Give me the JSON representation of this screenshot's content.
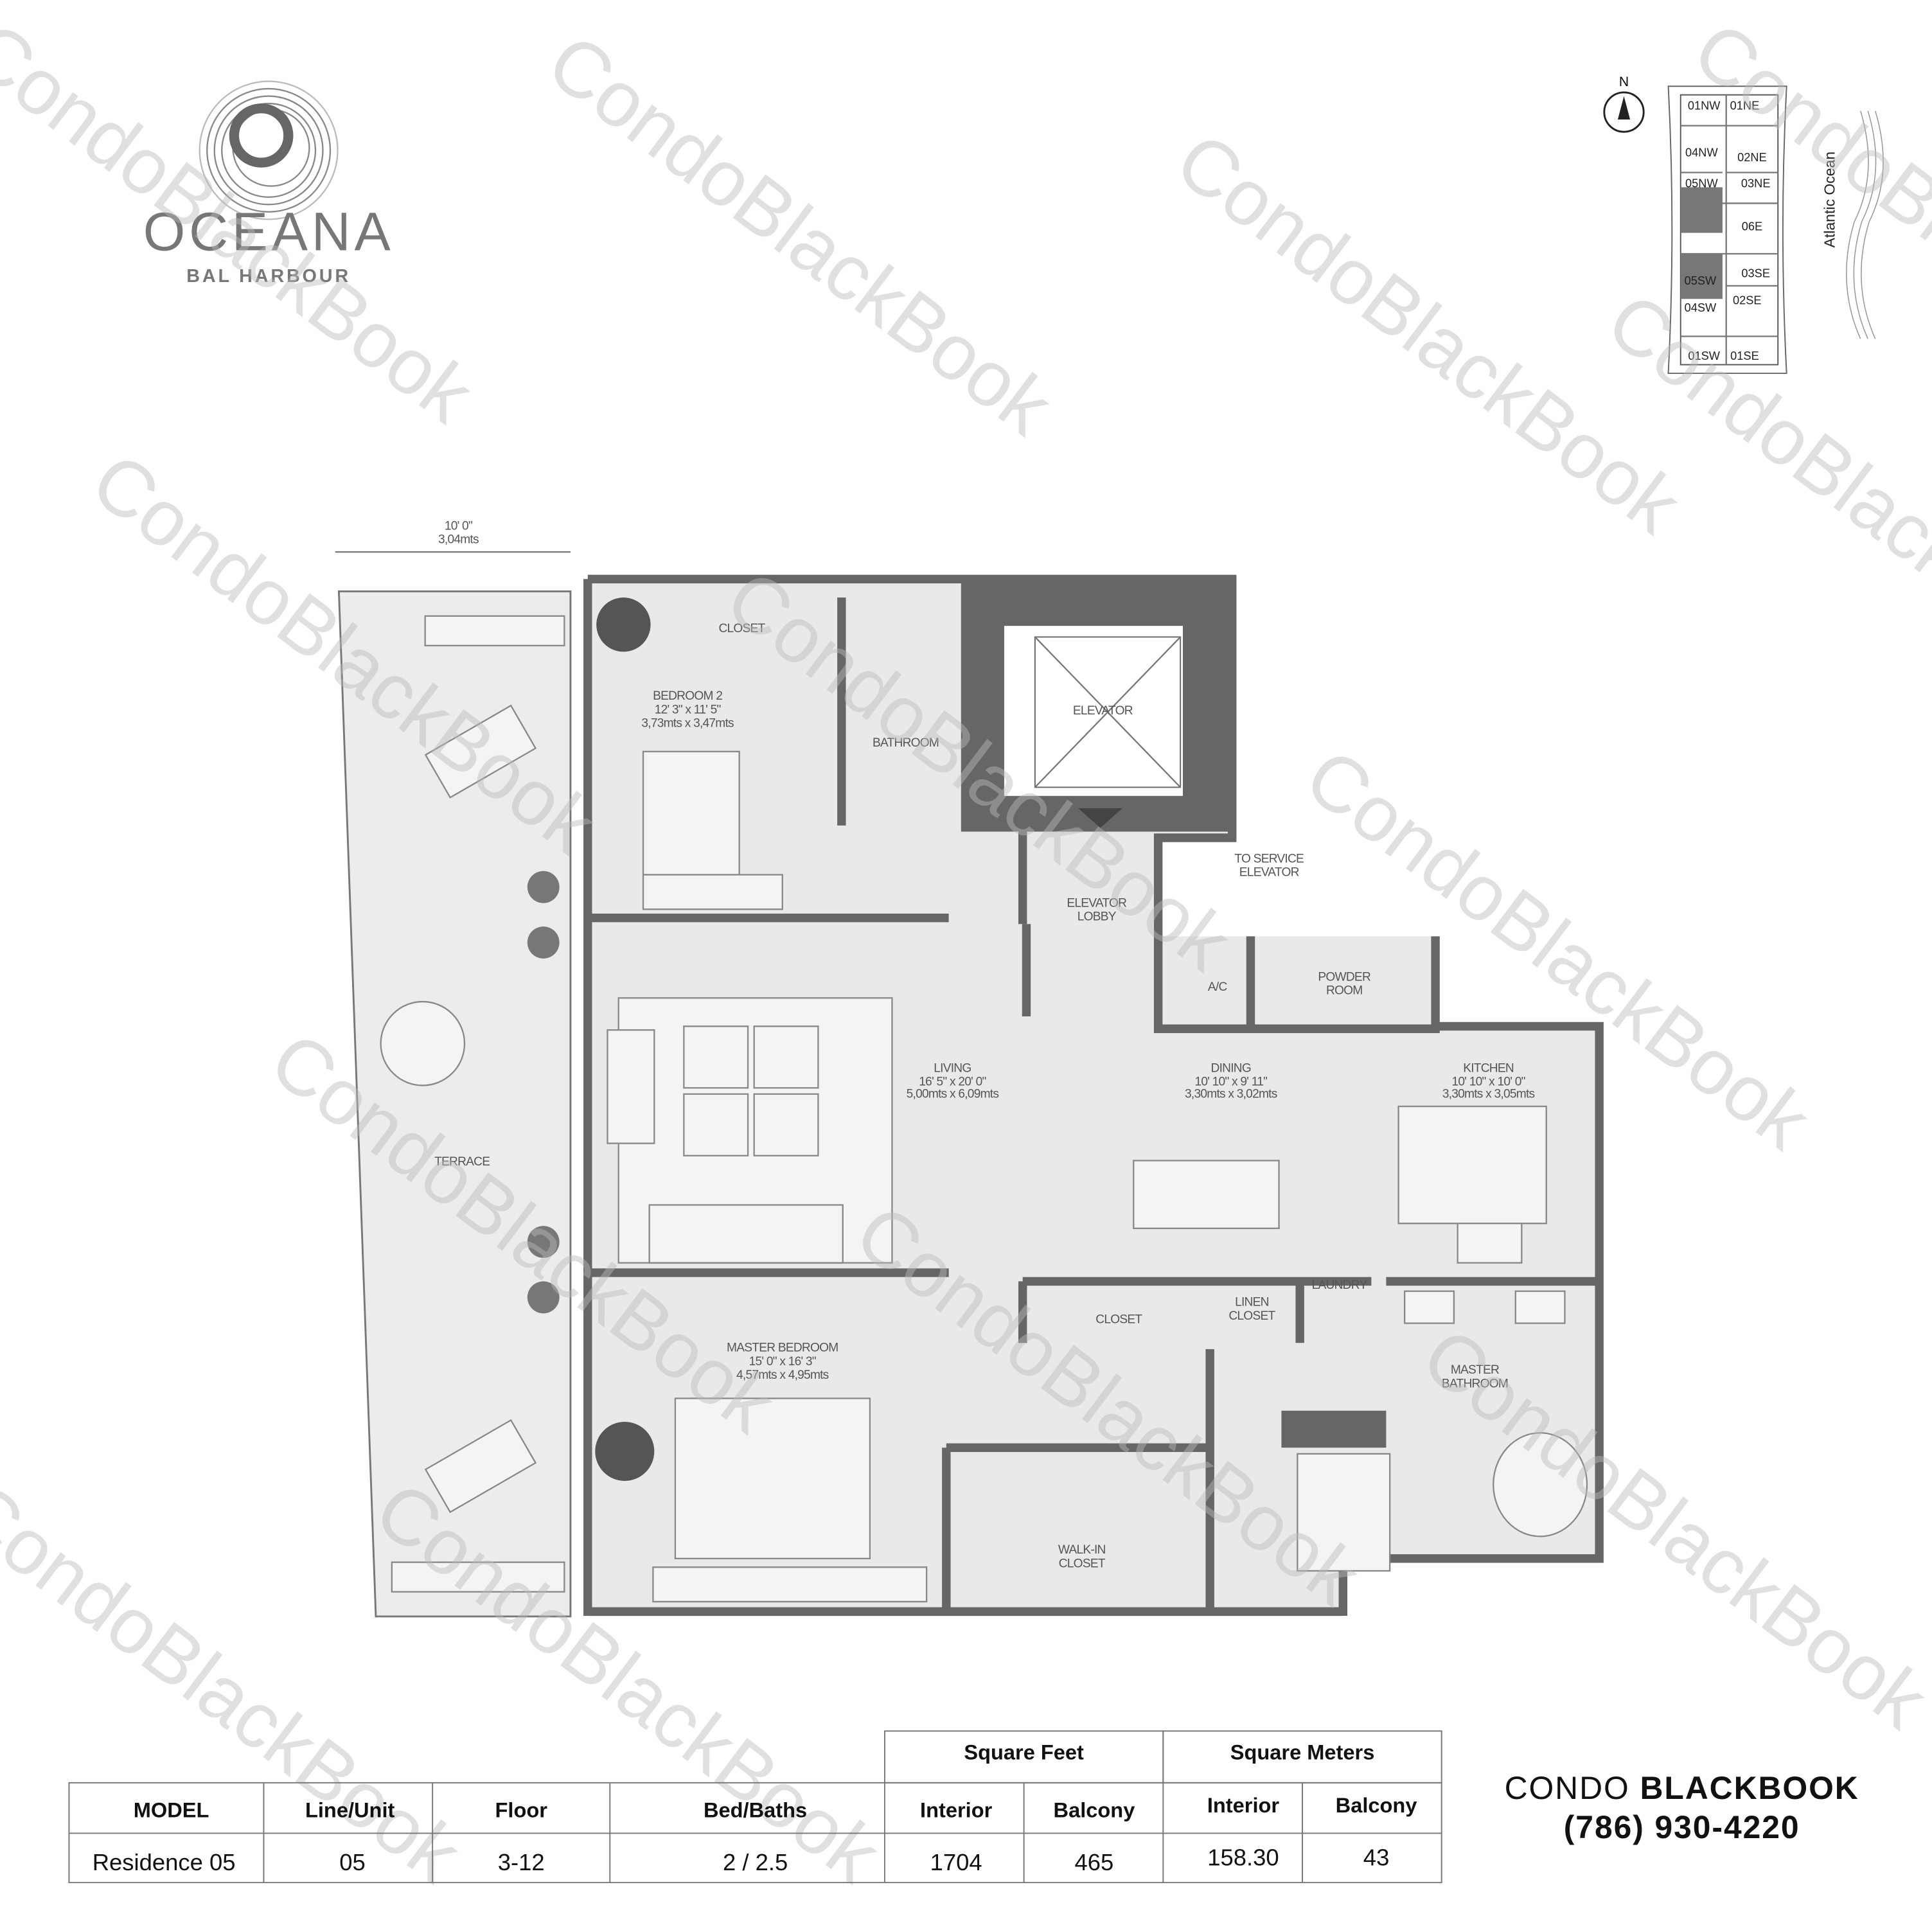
{
  "brand": {
    "name": "OCEANA",
    "subtitle": "BAL HARBOUR"
  },
  "keyplan": {
    "north": "N",
    "ocean_label": "Atlantic Ocean",
    "units": [
      "01NW",
      "01NE",
      "04NW",
      "02NE",
      "05NW",
      "03NE",
      "06E",
      "03SE",
      "05SW",
      "02SE",
      "04SW",
      "01SW",
      "01SE"
    ],
    "highlighted": [
      "05NW",
      "05SW"
    ],
    "highlight_color": "#777777"
  },
  "floorplan": {
    "terrace_dim_ft": "10' 0\"",
    "terrace_dim_m": "3,04mts",
    "rooms": {
      "closet1": "CLOSET",
      "bedroom2": {
        "name": "BEDROOM 2",
        "ft": "12' 3\" x 11' 5\"",
        "m": "3,73mts x 3,47mts"
      },
      "bathroom": "BATHROOM",
      "elevator": "ELEVATOR",
      "service_elevator": [
        "TO SERVICE",
        "ELEVATOR"
      ],
      "elevator_lobby": [
        "ELEVATOR",
        "LOBBY"
      ],
      "ac": "A/C",
      "powder_room": [
        "POWDER",
        "ROOM"
      ],
      "living": {
        "name": "LIVING",
        "ft": "16' 5\" x 20' 0\"",
        "m": "5,00mts x 6,09mts"
      },
      "dining": {
        "name": "DINING",
        "ft": "10' 10\" x 9' 11\"",
        "m": "3,30mts x 3,02mts"
      },
      "kitchen": {
        "name": "KITCHEN",
        "ft": "10' 10\" x 10' 0\"",
        "m": "3,30mts x 3,05mts"
      },
      "terrace": "TERRACE",
      "closet2": "CLOSET",
      "linen_closet": [
        "LINEN",
        "CLOSET"
      ],
      "laundry": "LAUNDRY",
      "master_bedroom": {
        "name": "MASTER BEDROOM",
        "ft": "15' 0\" x 16' 3\"",
        "m": "4,57mts x 4,95mts"
      },
      "master_bathroom": [
        "MASTER",
        "BATHROOM"
      ],
      "walkin_closet": [
        "WALK-IN",
        "CLOSET"
      ]
    }
  },
  "table": {
    "group_headers": [
      "Square Feet",
      "Square Meters"
    ],
    "headers": [
      "MODEL",
      "Line/Unit",
      "Floor",
      "Bed/Baths",
      "Interior",
      "Balcony",
      "Interior",
      "Balcony"
    ],
    "row": [
      "Residence 05",
      "05",
      "3-12",
      "2 / 2.5",
      "1704",
      "465",
      "158.30",
      "43"
    ]
  },
  "contact": {
    "brand_light": "CONDO ",
    "brand_bold": "BLACKBOOK",
    "phone": "(786) 930-4220"
  },
  "watermark": "CondoBlackBook"
}
